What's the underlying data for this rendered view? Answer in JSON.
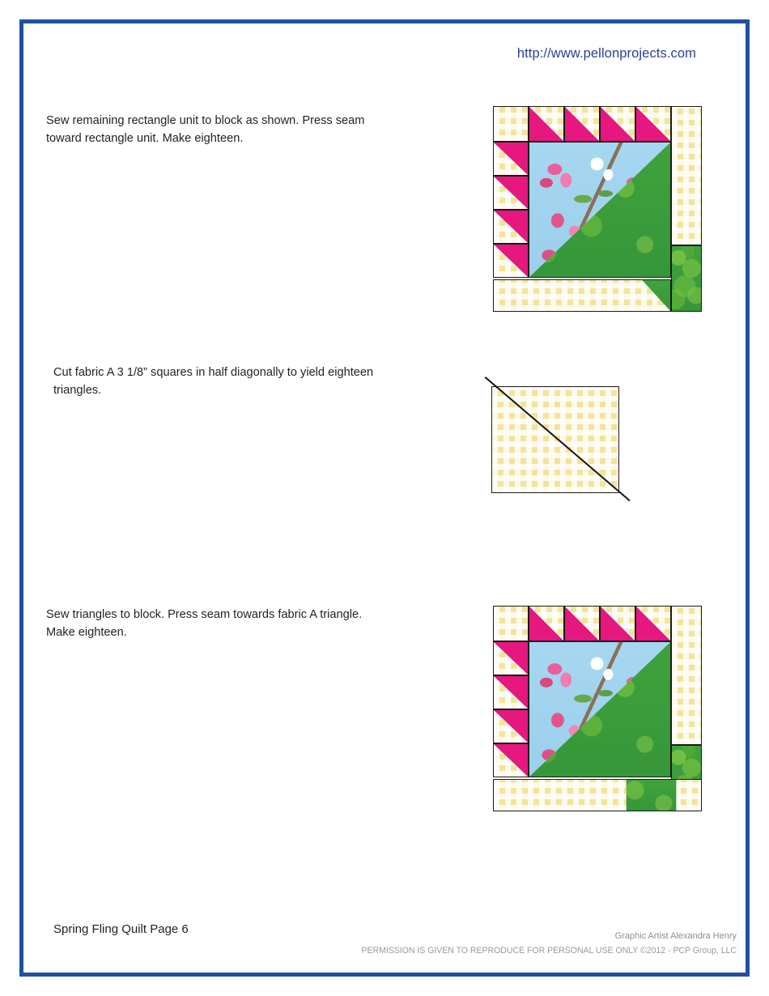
{
  "document": {
    "site_url": "http://www.pellonprojects.com",
    "border_color": "#1f51a0",
    "footer": {
      "title": "Spring Fling Quilt Page 6",
      "artist_credit": "Graphic Artist  Alexandra Henry",
      "permission": "PERMISSION IS GIVEN TO REPRODUCE FOR PERSONAL USE ONLY ©2012 - PCP Group, LLC"
    }
  },
  "steps": [
    {
      "id": "step-sew-rectangle-unit",
      "line1": "Sew remaining rectangle unit to block as shown.  Press seam",
      "line2": "toward rectangle unit.  Make eighteen."
    },
    {
      "id": "step-cut-fabric-a",
      "line1": "Cut fabric A 3 1/8” squares in half diagonally to yield eighteen",
      "line2": "triangles."
    },
    {
      "id": "step-sew-triangles",
      "line1": "Sew triangles to block.  Press seam towards fabric A triangle.",
      "line2": "Make eighteen."
    }
  ],
  "fabrics": {
    "gingham_yellow": "#f2e49b",
    "magenta_pink": "#e6177e",
    "mottled_green": "#3da03b",
    "blue_floral": "#9ed2ef",
    "outline": "#1a1a1a"
  },
  "diagrams": {
    "block_top": {
      "name": "quilt-block-with-rectangle-unit",
      "top_geese_count": 4,
      "left_geese_count": 5
    },
    "square_middle": {
      "name": "gingham-square-cut-diagonally",
      "fabric": "gingham_yellow",
      "cut_line": "diagonal"
    },
    "block_bottom": {
      "name": "quilt-block-with-fabric-a-triangle",
      "top_geese_count": 4,
      "left_geese_count": 5
    }
  }
}
